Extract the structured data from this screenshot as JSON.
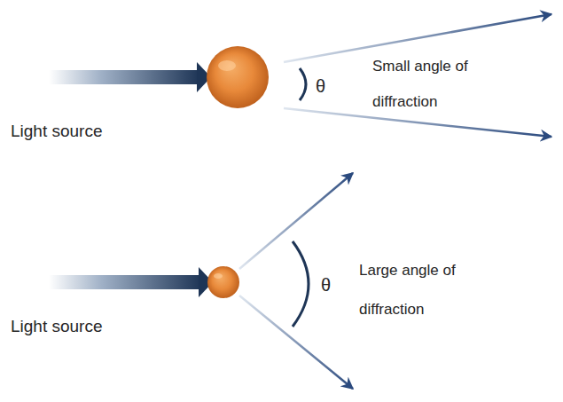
{
  "diagram": {
    "labels": [
      "θ",
      "Small angle of diffraction",
      "Light source",
      "θ",
      "Large angle of diffraction",
      "Light source"
    ]
  }
}
